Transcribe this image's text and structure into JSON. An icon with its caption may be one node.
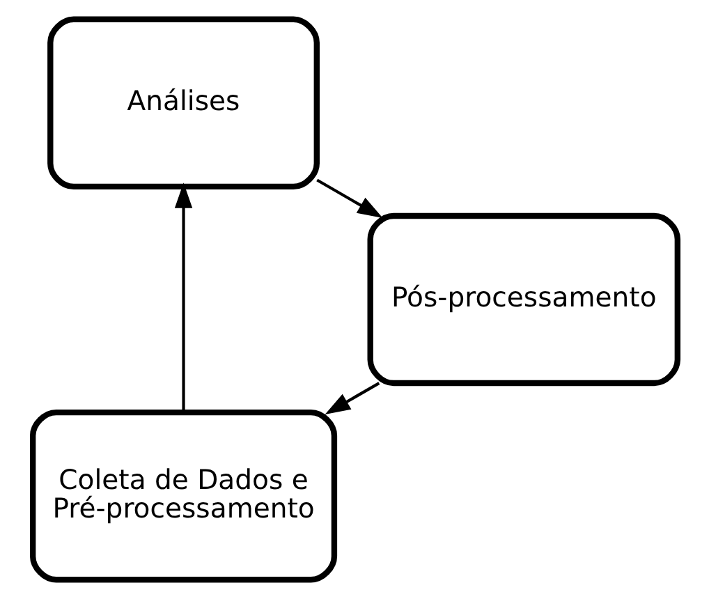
{
  "diagram": {
    "nodes": [
      {
        "text": [
          "Coleta de Dados e Pré-processamento"
        ]
      },
      {
        "text": [
          "Pós-processamento"
        ]
      },
      {
        "text": [
          "Análises"
        ]
      }
    ],
    "edges": [
      {
        "from": 0,
        "to": 2,
        "arrow": "to"
      },
      {
        "from": 2,
        "to": 1,
        "arrow": "to"
      },
      {
        "from": 1,
        "to": 0,
        "arrow": "to"
      }
    ]
  }
}
